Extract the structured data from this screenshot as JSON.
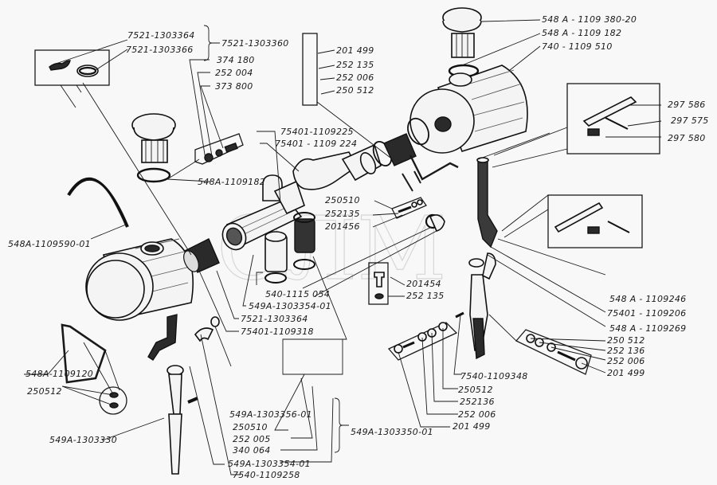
{
  "diagram": {
    "watermark": "СЛМ",
    "labels": {
      "l7521_1303364_top": "7521-1303364",
      "l7521_1303366": "7521-1303366",
      "l7521_1303360": "7521-1303360",
      "l374180": "374 180",
      "l252004": "252 004",
      "l373800": "373 800",
      "l201499_top": "201 499",
      "l252135_top": "252 135",
      "l252006_top": "252 006",
      "l250512_top": "250 512",
      "l548A_1109380_20": "548 A - 1109 380-20",
      "l548A_1109182_top": "548 A - 1109 182",
      "l740_1109510": "740 - 1109 510",
      "l297586": "297 586",
      "l297575": "297 575",
      "l297580": "297 580",
      "l75401_1109225": "75401-1109225",
      "l75401_1109224": "75401 - 1109 224",
      "l548A_1109182_left": "548A-1109182",
      "l548A_1109590_01": "548A-1109590-01",
      "l250510_mid": "250510",
      "l252135_mid": "252135",
      "l201456": "201456",
      "l201454": "201454",
      "l252135_low": "252 135",
      "l540_1115054": "540-1115 054",
      "l549A_1303354_01_mid": "549A-1303354-01",
      "l7521_1303364_mid": "7521-1303364",
      "l75401_1109318": "75401-1109318",
      "l548A_1109246": "548 A - 1109246",
      "l75401_1109206": "75401 - 1109206",
      "l548A_1109269": "548 A - 1109269",
      "l250512_right": "250 512",
      "l252136_right": "252 136",
      "l252006_right": "252 006",
      "l201499_right": "201 499",
      "l548A_1109120": "548A-1109120",
      "l250512_left": "250512",
      "l549A_1303330": "549A-1303330",
      "l7540_1109348": "7540-1109348",
      "l250512_bot": "250512",
      "l252136_bot": "252136",
      "l252006_bot": "252 006",
      "l201499_bot": "201 499",
      "l549A_1303356_01": "549A-1303356-01",
      "l250510_bot": "250510",
      "l252005": "252 005",
      "l340064": "340 064",
      "l549A_1303350_01": "549A-1303350-01",
      "l549A_1303354_01_bot": "549A-1303354-01",
      "l7540_1109258": "7540-1109258"
    }
  }
}
